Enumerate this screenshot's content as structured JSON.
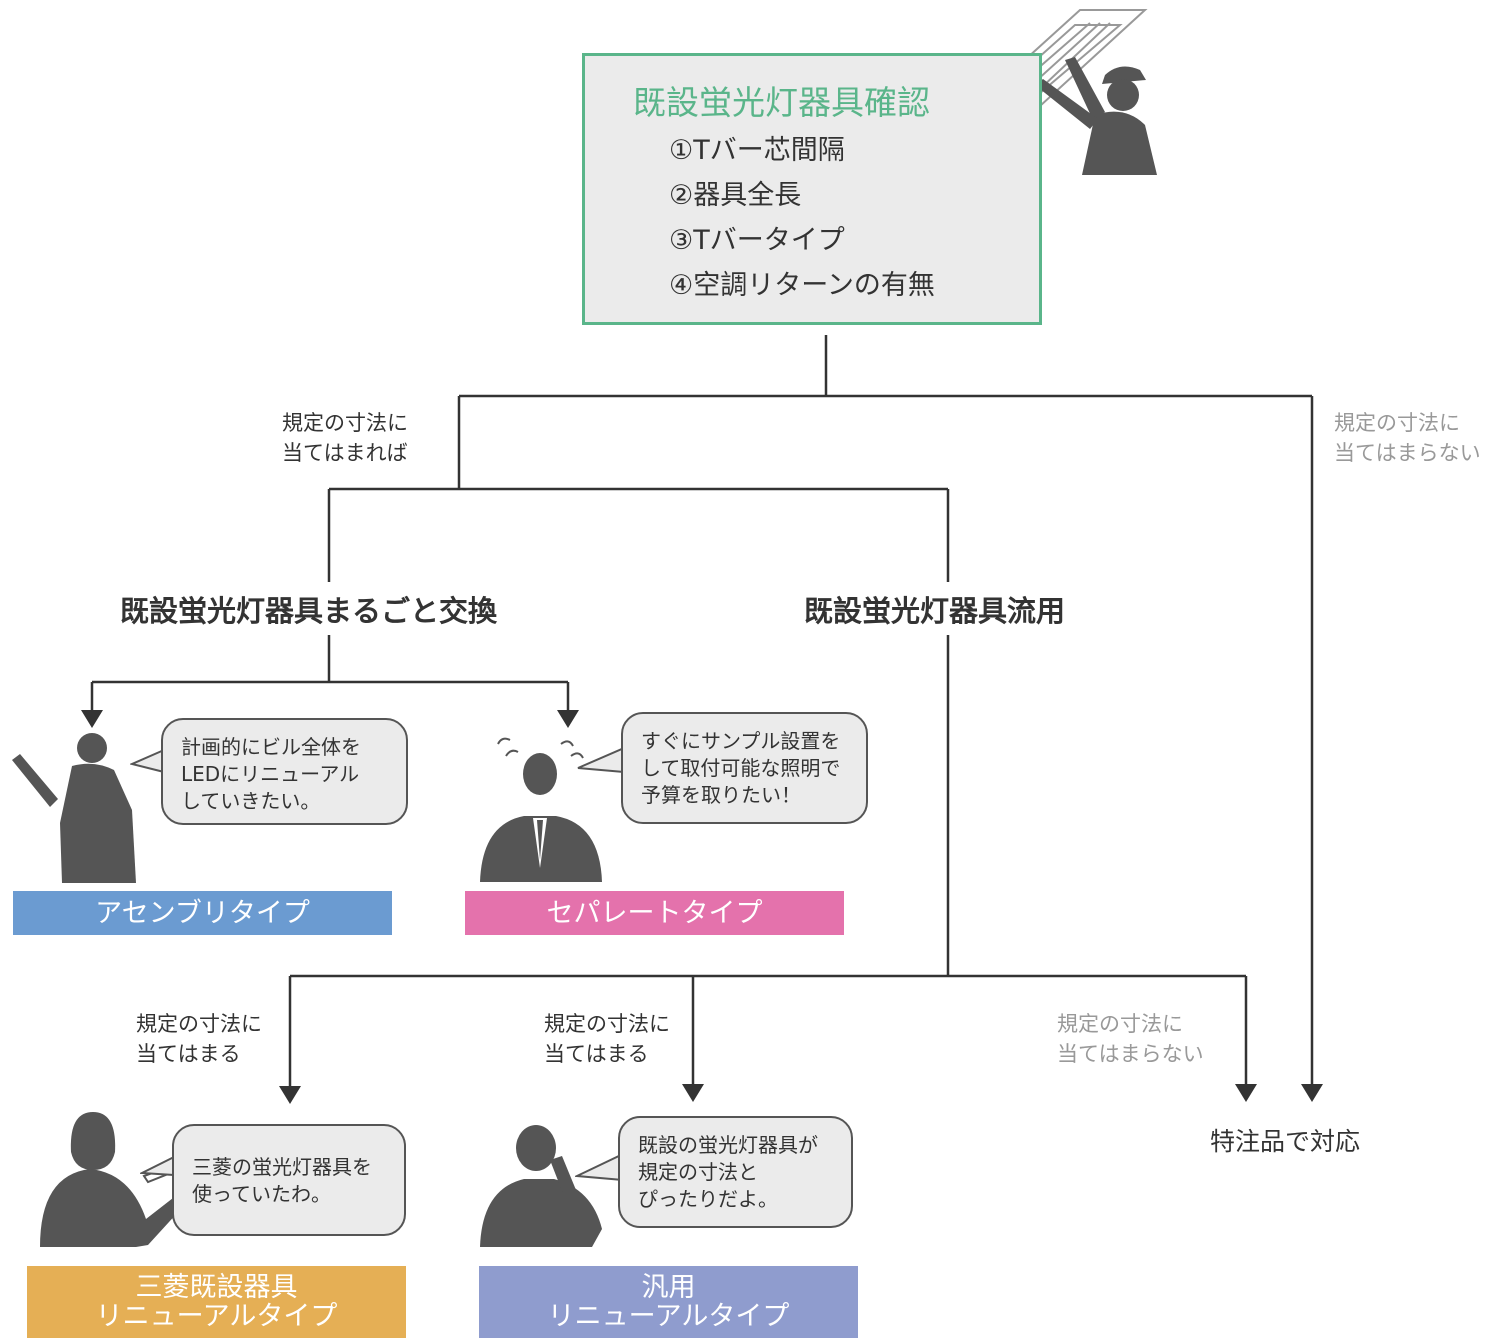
{
  "check_box": {
    "title": "既設蛍光灯器具確認",
    "items": [
      "①Tバー芯間隔",
      "②器具全長",
      "③Tバータイプ",
      "④空調リターンの有無"
    ]
  },
  "conditions": {
    "top_fit": [
      "規定の寸法に",
      "当てはまれば"
    ],
    "top_nofit": [
      "規定の寸法に",
      "当てはまらない"
    ],
    "bottom_fit_1": [
      "規定の寸法に",
      "当てはまる"
    ],
    "bottom_fit_2": [
      "規定の寸法に",
      "当てはまる"
    ],
    "bottom_nofit": [
      "規定の寸法に",
      "当てはまらない"
    ]
  },
  "headings": {
    "replace": "既設蛍光灯器具まるごと交換",
    "reuse": "既設蛍光灯器具流用",
    "special": "特注品で対応"
  },
  "bubbles": {
    "planned": [
      "計画的にビル全体を",
      "LEDにリニューアル",
      "していきたい。"
    ],
    "sample": [
      "すぐにサンプル設置を",
      "して取付可能な照明で",
      "予算を取りたい！"
    ],
    "mitsubishi": [
      "三菱の蛍光灯器具を",
      "使っていたわ。"
    ],
    "generic": [
      "既設の蛍光灯器具が",
      "規定の寸法と",
      "ぴったりだよ。"
    ]
  },
  "tags": {
    "assembly": [
      "アセンブリタイプ"
    ],
    "separate": [
      "セパレートタイプ"
    ],
    "mitsubishi": [
      "三菱既設器具",
      "リニューアルタイプ"
    ],
    "generic": [
      "汎用",
      "リニューアルタイプ"
    ]
  },
  "colors": {
    "accent_green": "#5ab58a",
    "assembly_blue": "#6b9bd1",
    "separate_pink": "#e472ac",
    "mitsubishi_orange": "#e5af55",
    "generic_purple": "#8f9cce",
    "line": "#333333",
    "silhouette": "#555555"
  },
  "icons": [
    "worker-silhouette",
    "ceiling-fixture",
    "man-with-tablet-silhouette",
    "businessman-silhouette",
    "woman-with-tablet-silhouette",
    "man-on-phone-silhouette"
  ]
}
